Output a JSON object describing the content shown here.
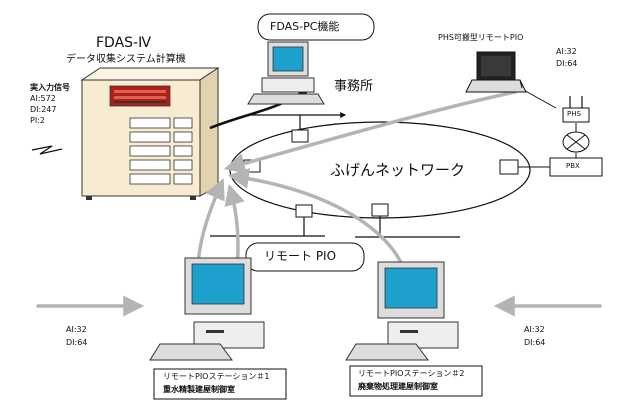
{
  "title": "FDAS-Ⅳ",
  "subtitle": "データ収集システム計算機",
  "signals": {
    "heading": "実入力信号",
    "ai": "AI:572",
    "di": "DI:247",
    "pi": "PI:2"
  },
  "office": {
    "bubble": "FDAS-PC機能",
    "label": "事務所"
  },
  "phs_pio": {
    "title": "PHS可搬型リモートPIO",
    "ai": "AI:32",
    "di": "DI:64",
    "phs_label": "PHS",
    "pbx_label": "PBX"
  },
  "network": {
    "label": "ふげんネットワーク"
  },
  "remote_pio": {
    "bubble": "リモート PIO"
  },
  "station1": {
    "title": "リモートPIOステーション＃1",
    "location": "重水精製建屋制御室",
    "ai": "AI:32",
    "di": "DI:64"
  },
  "station2": {
    "title": "リモートPIOステーション＃2",
    "location": "廃棄物処理建屋制御室",
    "ai": "AI:32",
    "di": "DI:64"
  },
  "colors": {
    "flow_arrow": "#b4b4b4",
    "screen": "#1ea0cc",
    "server_body": "#f7ecd2",
    "server_panel": "#b0201a"
  }
}
